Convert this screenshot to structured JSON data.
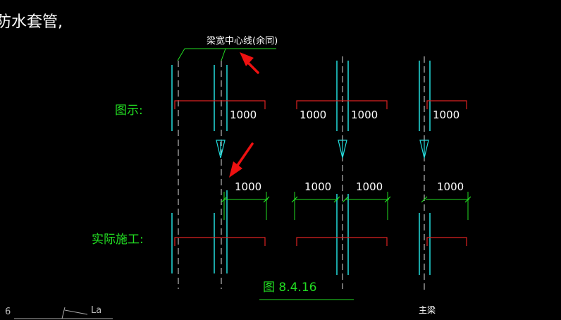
{
  "canvas": {
    "background": "#000000"
  },
  "colors": {
    "green": "#22dd22",
    "white": "#ffffff",
    "cyan": "#22dddd",
    "red": "#dd2222",
    "arrow": "#ee1111",
    "gray": "#999999"
  },
  "texts": {
    "top_left_title": "防水套管,",
    "annotation": "梁宽中心线(余同)",
    "label_illustration": "图示:",
    "label_actual": "实际施工:",
    "figure_caption": "图 8.4.16",
    "main_beam": "主梁",
    "bottom_left_number": "6",
    "bottom_left_label": "La"
  },
  "dimensions": {
    "value": "1000"
  },
  "icons": {
    "pointer": "red-arrow-icon",
    "beam_marker": "triangle-marker-icon"
  }
}
